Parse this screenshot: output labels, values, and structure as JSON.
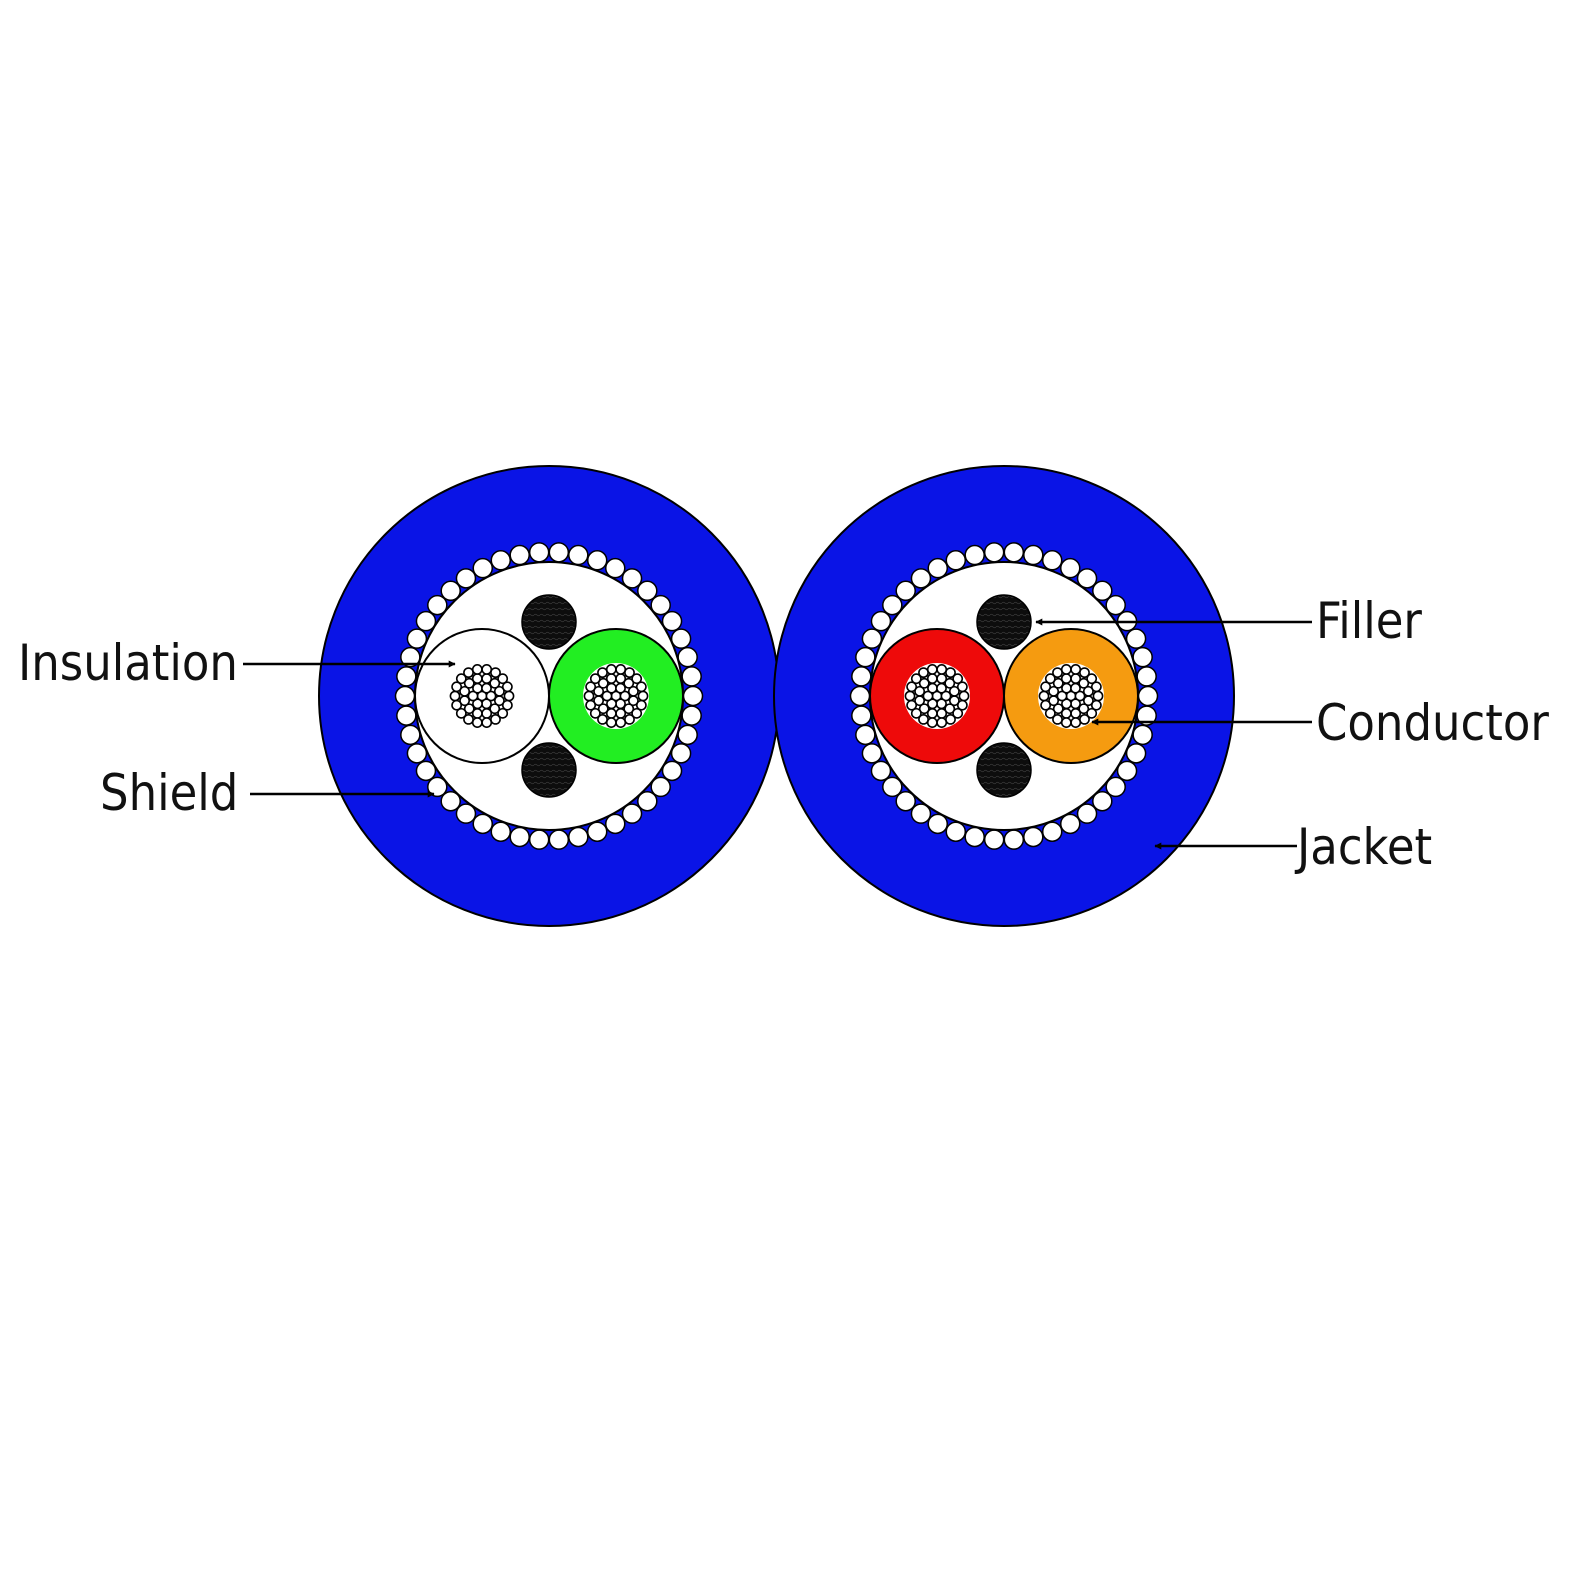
{
  "labels": {
    "insulation": "Insulation",
    "shield": "Shield",
    "filler": "Filler",
    "conductor": "Conductor",
    "jacket": "Jacket"
  },
  "colors": {
    "jacket": "#0a14e6",
    "core_left_a": "#ffffff",
    "core_left_b": "#22ee22",
    "core_right_a": "#ee0a0a",
    "core_right_b": "#f59b10",
    "filler": "#0d0d0d",
    "shield_bead": "#ffffff",
    "outline": "#000000"
  }
}
